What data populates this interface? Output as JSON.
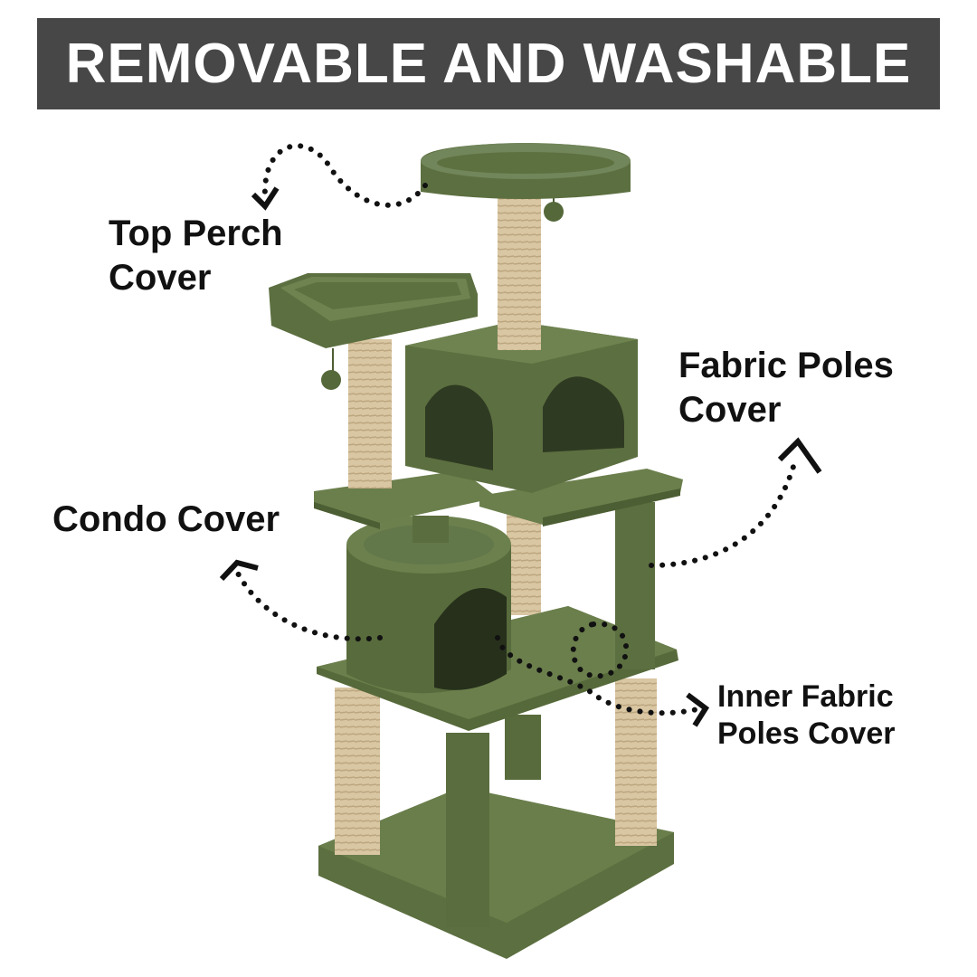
{
  "banner": {
    "title": "REMOVABLE AND WASHABLE",
    "background": "#474747",
    "text_color": "#ffffff"
  },
  "labels": {
    "top_perch": [
      "Top Perch",
      "Cover"
    ],
    "fabric_poles": [
      "Fabric Poles",
      "Cover"
    ],
    "condo": [
      "Condo Cover"
    ],
    "inner_fabric_poles": [
      "Inner Fabric",
      "Poles Cover"
    ]
  },
  "product": {
    "name": "cat-tree",
    "fabric_color": "#5d7040",
    "sisal_color": "#d8c4a0"
  },
  "icons": [
    "dotted-arrow-icon"
  ]
}
